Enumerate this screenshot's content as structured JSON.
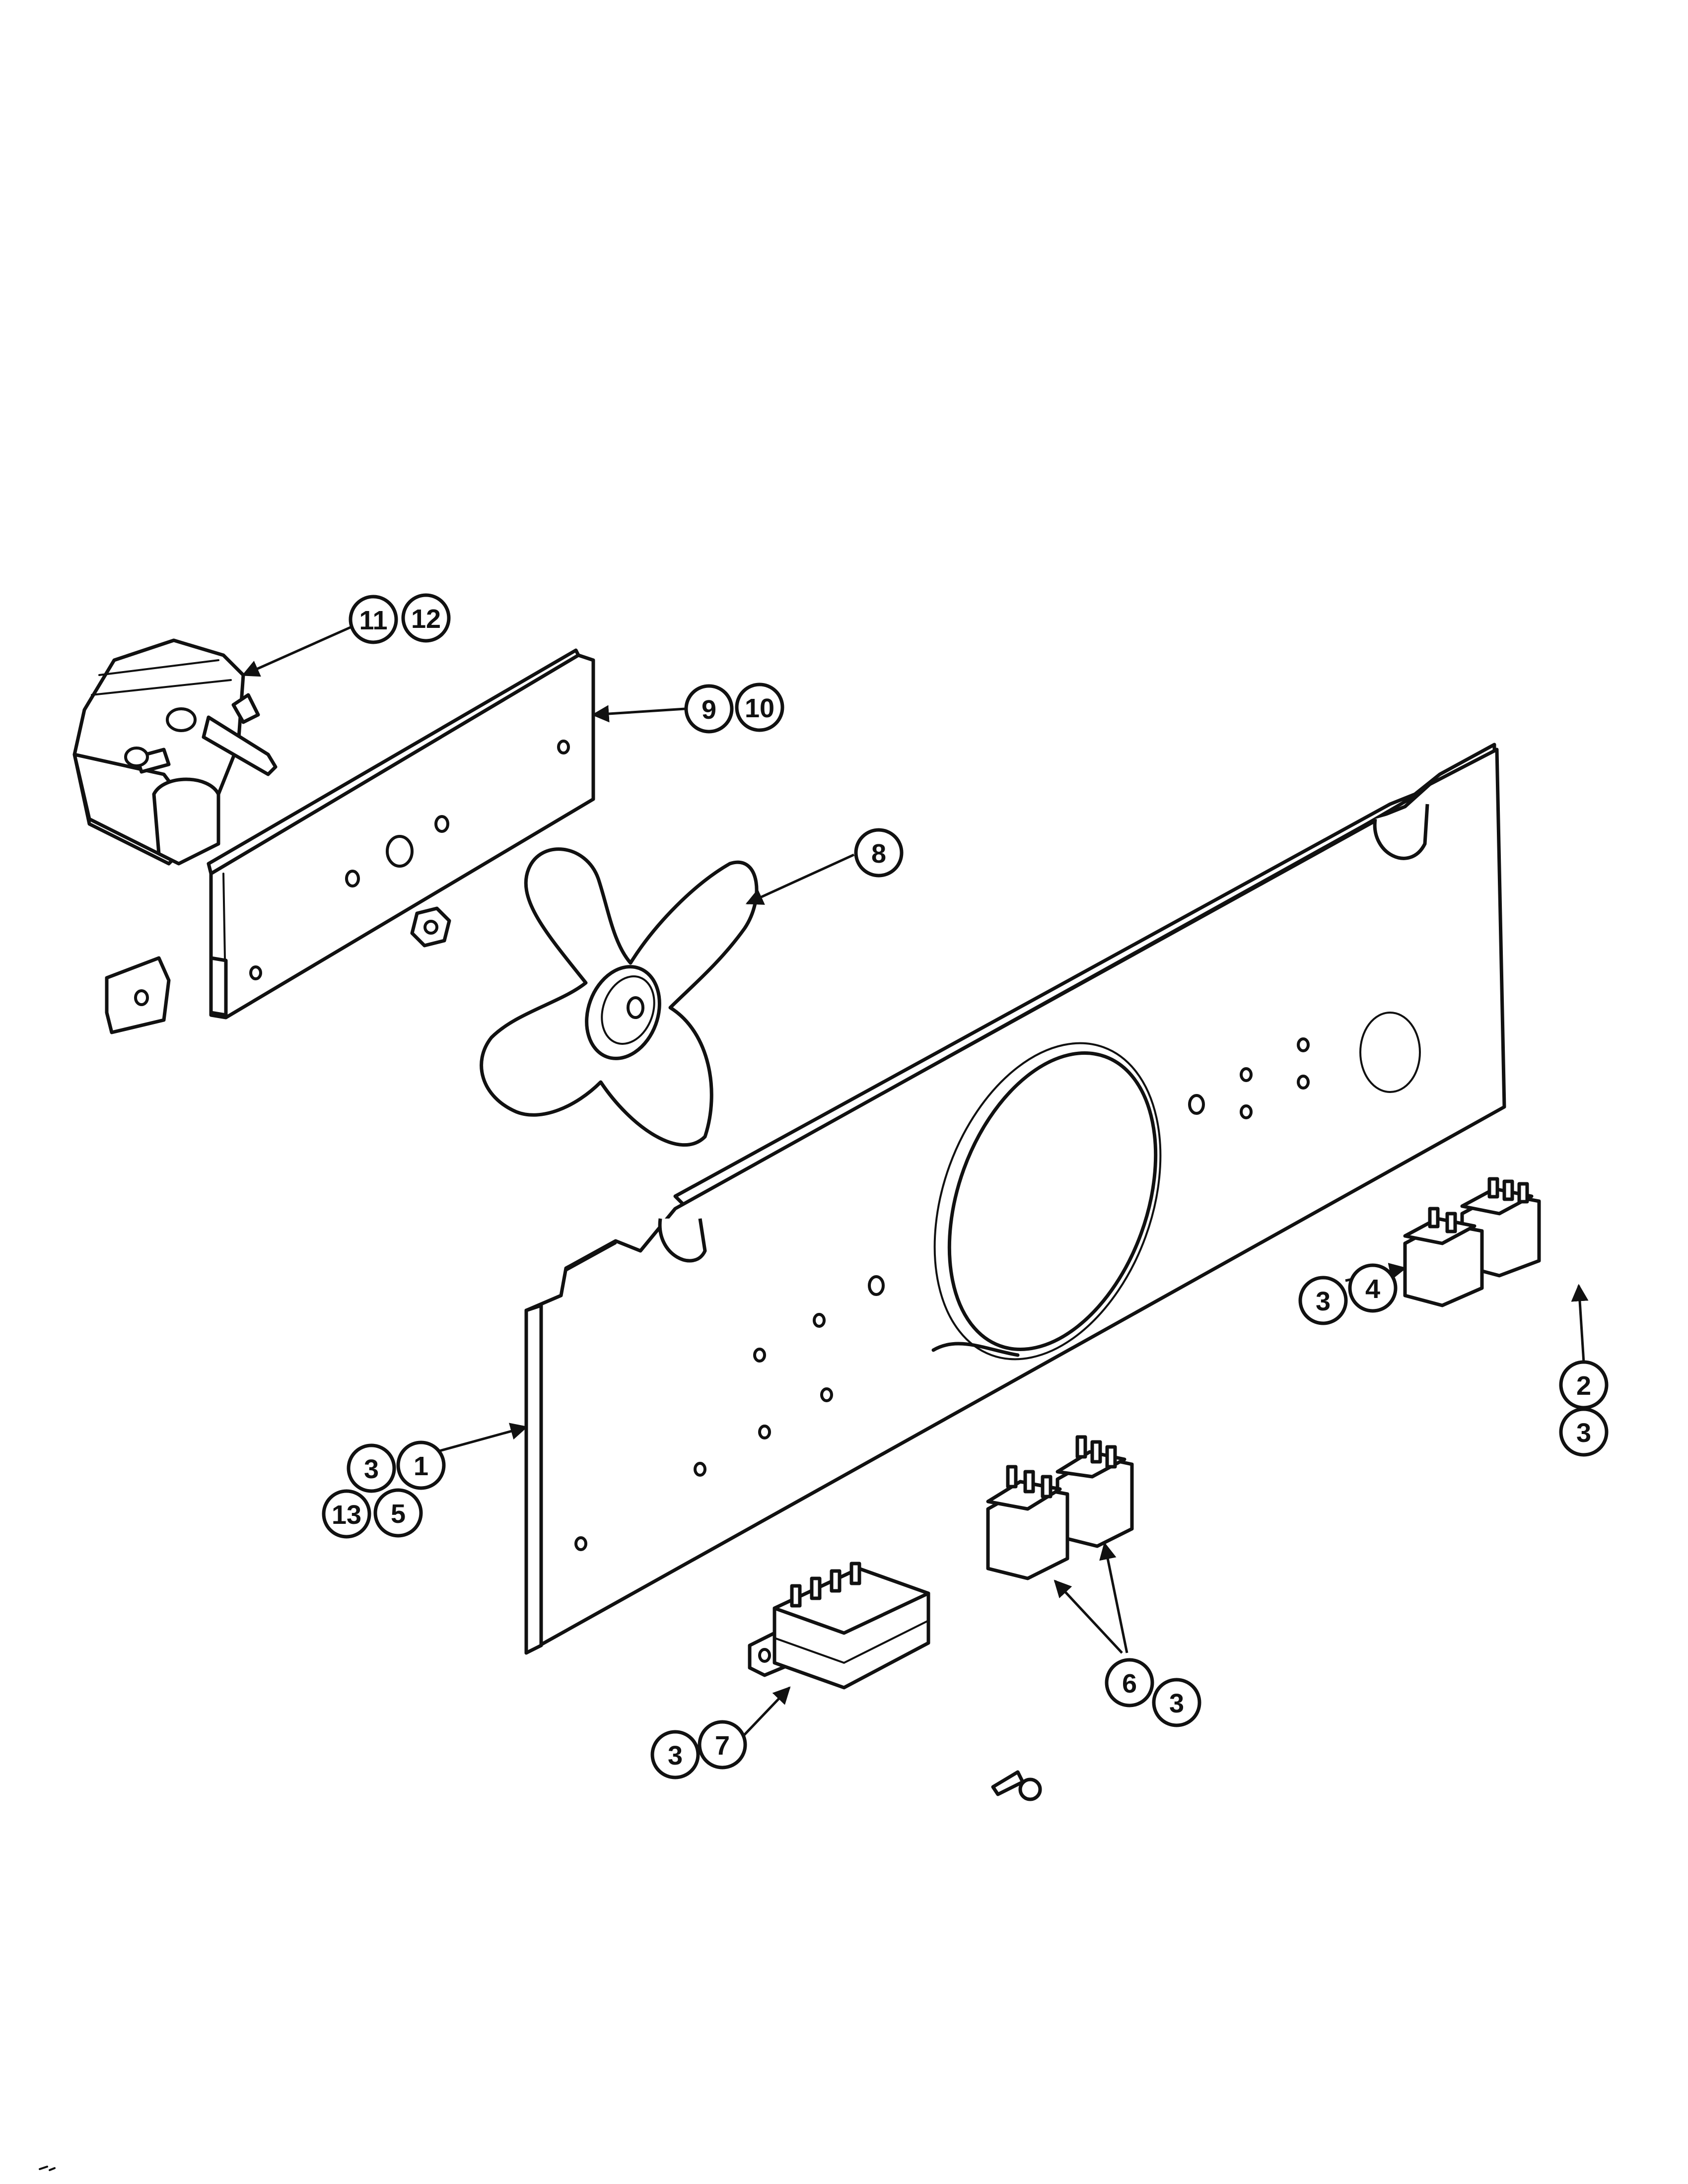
{
  "callouts": {
    "c11": "11",
    "c12": "12",
    "c9": "9",
    "c10": "10",
    "c8": "8",
    "c3a": "3",
    "c4": "4",
    "c2": "2",
    "c3b": "3",
    "c3c": "3",
    "c1": "1",
    "c13": "13",
    "c5": "5",
    "c6": "6",
    "c3d": "3",
    "c3e": "3",
    "c7": "7"
  }
}
